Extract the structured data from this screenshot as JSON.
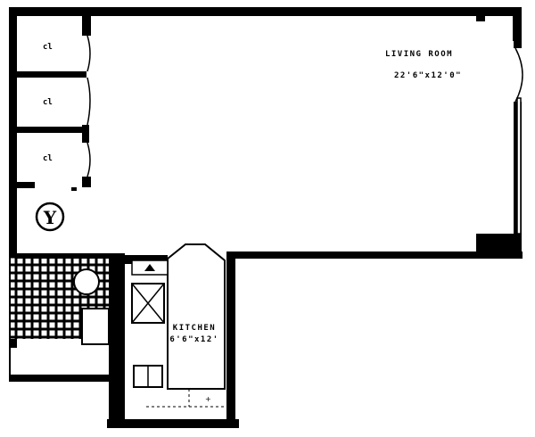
{
  "living_room": {
    "name": "LIVING ROOM",
    "dimensions": "22'6\"x12'0\""
  },
  "kitchen": {
    "name": "KITCHEN",
    "dimensions": "6'6\"x12'"
  },
  "closets": [
    {
      "label": "cl"
    },
    {
      "label": "cl"
    },
    {
      "label": "cl"
    }
  ],
  "entry": {
    "label": "Y"
  },
  "colors": {
    "wall": "#000000",
    "background": "#ffffff"
  }
}
